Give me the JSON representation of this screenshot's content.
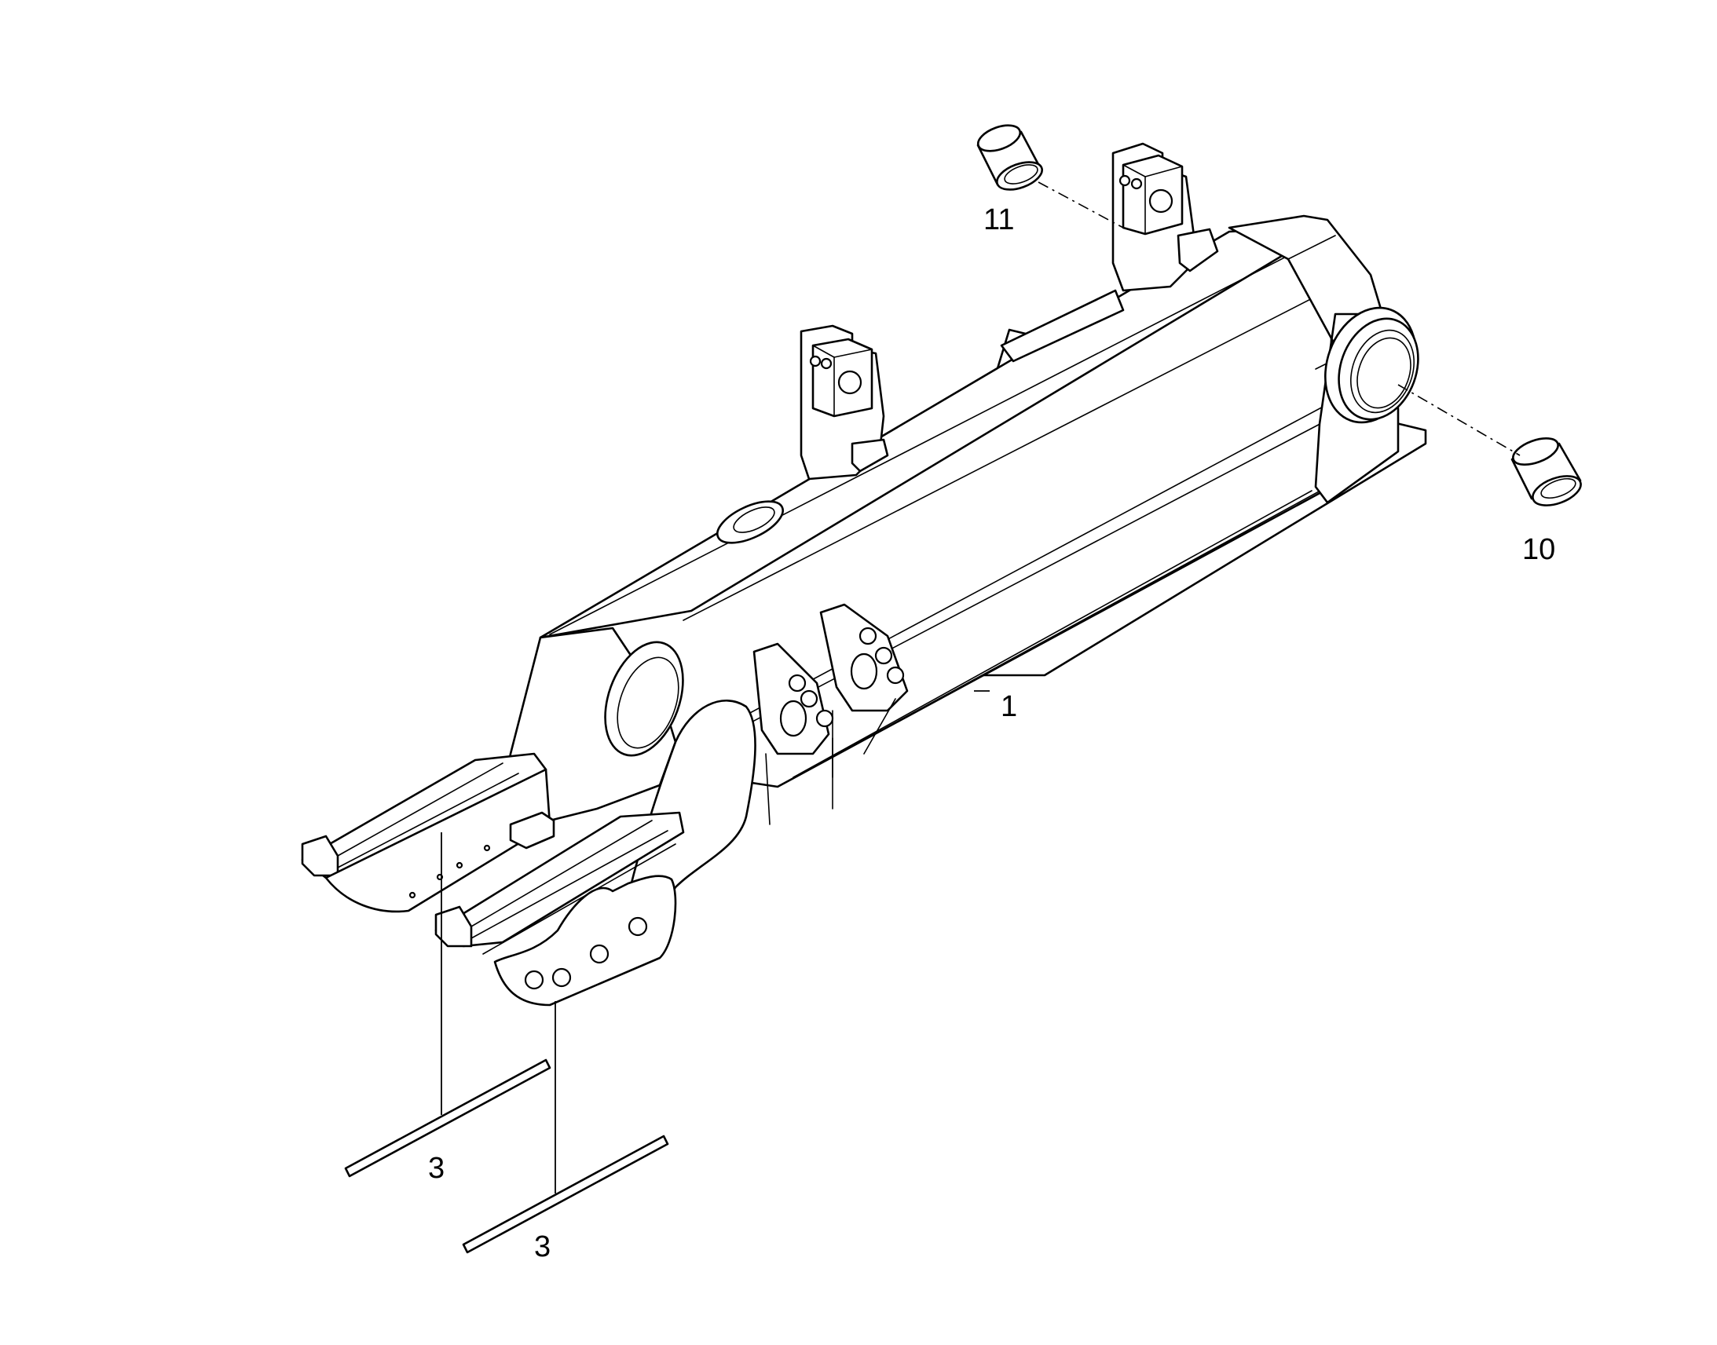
{
  "diagram": {
    "callouts": [
      {
        "id": "callout-11",
        "label": "11"
      },
      {
        "id": "callout-10",
        "label": "10"
      },
      {
        "id": "callout-1",
        "label": "1"
      },
      {
        "id": "callout-3a",
        "label": "3"
      },
      {
        "id": "callout-3b",
        "label": "3"
      }
    ],
    "colors": {
      "line": "#000000",
      "background": "#ffffff"
    }
  }
}
